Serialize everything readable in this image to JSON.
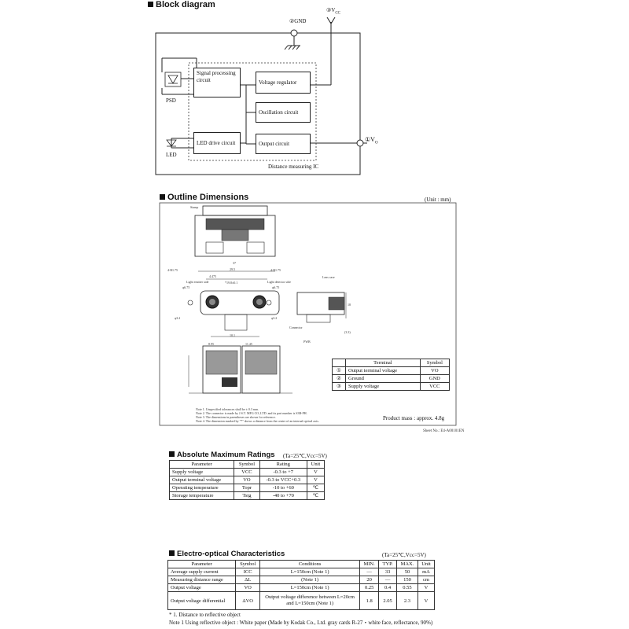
{
  "block": {
    "heading": "Block diagram",
    "gnd_label": "②GND",
    "vcc_label": "③V",
    "vcc_sub": "CC",
    "vo_label": "①V",
    "vo_sub": "O",
    "psd_label": "PSD",
    "led_label": "LED",
    "ic_label": "Distance measuring IC",
    "signal_box": "Signal processing circuit",
    "voltage_box": "Voltage regulator",
    "oscillation_box": "Oscillation circuit",
    "led_drive_box": "LED drive circuit",
    "output_box": "Output circuit"
  },
  "outline": {
    "heading": "Outline Dimensions",
    "unit": "(Unit : mm)",
    "stamp": "Stamp",
    "dim_37": "37",
    "dim_295": "29.5",
    "dim_4475": "4.475",
    "dim_1980": "*19.8±0.1",
    "dim_r1": "4-R1.75",
    "dim_r2": "4-R1.75",
    "dim_phi1": "φ6.75",
    "dim_phi2": "φ6.75",
    "dim_phi32a": "φ3.2",
    "dim_phi32b": "φ3.2",
    "dim_101": "10.1",
    "dim_895": "8.95",
    "dim_1145": "11.45",
    "dim_18": "18",
    "dim_33": "(3.3)",
    "emitter_label": "Light emitter side",
    "detector_label": "Light detector side",
    "lens_case": "Lens case",
    "connector": "Connector",
    "pwb": "PWB",
    "notes": [
      "Note 1. Unspecified tolerances shall be ± 0.3 mm.",
      "Note 2. The connector is made by J.S.T. MFG CO.,LTD. and its part number is S3B-PH.",
      "Note 3. The dimensions in parentheses are shown for reference.",
      "Note 4. The dimension marked by \"*\" shows a distance from the center of an internal optical axis."
    ],
    "product_mass": "Product mass : approx. 4.8g",
    "sheet_no": "Sheet No.: E4-A00101EN",
    "terminal_table": {
      "headers": [
        "",
        "Terminal",
        "Symbol"
      ],
      "rows": [
        [
          "①",
          "Output terminal voltage",
          "VO"
        ],
        [
          "②",
          "Ground",
          "GND"
        ],
        [
          "③",
          "Supply voltage",
          "VCC"
        ]
      ]
    }
  },
  "amr": {
    "heading": "Absolute Maximum Ratings",
    "cond": "(Ta=25℃,Vcc=5V)",
    "headers": [
      "Parameter",
      "Symbol",
      "Rating",
      "Unit"
    ],
    "rows": [
      [
        "Supply voltage",
        "VCC",
        "-0.3 to +7",
        "V"
      ],
      [
        "Output terminal voltage",
        "VO",
        "-0.3 to VCC+0.3",
        "V"
      ],
      [
        "Operating temperature",
        "Topr",
        "-10 to +60",
        "℃"
      ],
      [
        "Storage temperature",
        "Tstg",
        "-40 to +70",
        "℃"
      ]
    ]
  },
  "eoc": {
    "heading": "Electro-optical Characteristics",
    "cond": "(Ta=25℃,Vcc=5V)",
    "headers": [
      "Parameter",
      "Symbol",
      "Conditions",
      "MIN.",
      "TYP.",
      "MAX.",
      "Unit"
    ],
    "rows": [
      [
        "Average supply current",
        "ICC",
        "L=150cm (Note 1)",
        "—",
        "33",
        "50",
        "mA"
      ],
      [
        "Measuring distance range",
        "ΔL",
        "(Note 1)",
        "20",
        "—",
        "150",
        "cm"
      ],
      [
        "Output voltage",
        "VO",
        "L=150cm (Note 1)",
        "0.25",
        "0.4",
        "0.55",
        "V"
      ],
      [
        "Output voltage differential",
        "ΔVO",
        "Output voltage difference between L=20cm and L=150cm (Note 1)",
        "1.8",
        "2.05",
        "2.3",
        "V"
      ]
    ],
    "footnote1": "* 1.   Distance to reflective object",
    "footnote2": "Note 1   Using reflective object : White paper (Made by Kodak Co., Ltd. gray cards R-27・white face, reflectance, 90%)"
  }
}
